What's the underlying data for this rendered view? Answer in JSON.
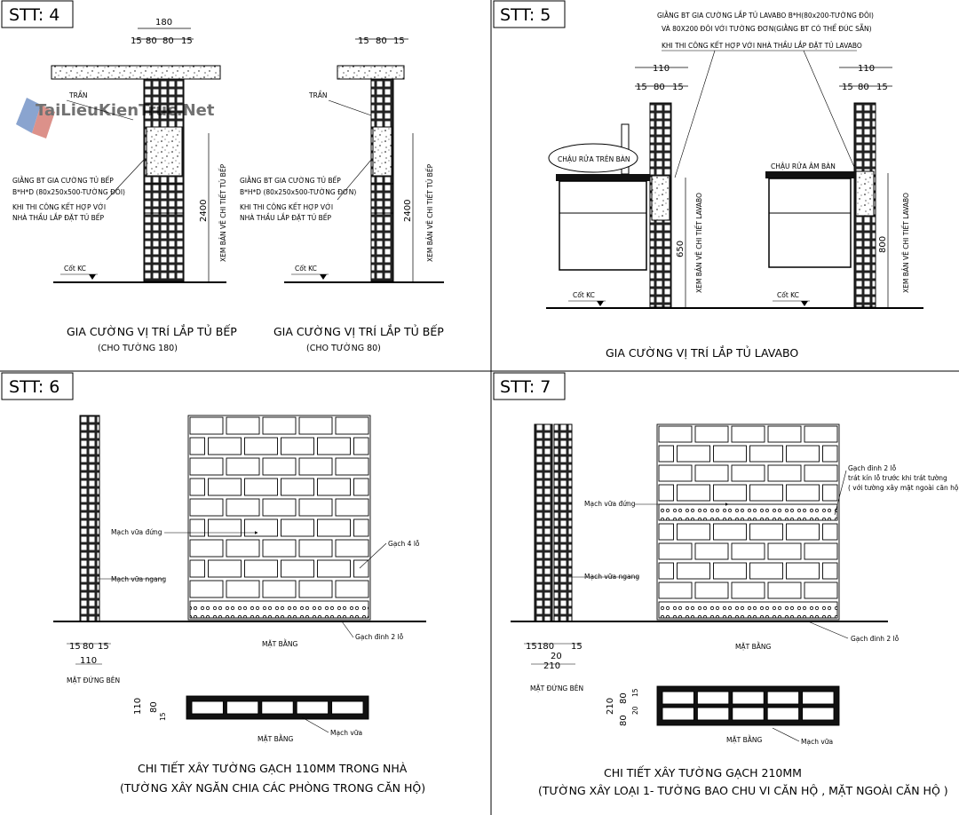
{
  "panels": {
    "p4": {
      "stt": "STT: 4",
      "left": {
        "dims": {
          "total": "180",
          "a": "15",
          "b": "80",
          "c": "80",
          "d": "15"
        },
        "ceiling": "TRẦN",
        "beam_note": [
          "GIẰNG BT GIA CƯỜNG TỦ BẾP",
          "B*H*D (80x250x500-TƯỜNG ĐÔI)"
        ],
        "contractor_note": [
          "KHI THI CÔNG KẾT HỢP VỚI",
          "NHÀ THẦU LẮP ĐẶT TỦ BẾP"
        ],
        "height": "2400",
        "see_detail": "XEM BẢN VẼ CHI TIẾT TỦ BẾP",
        "level": "Cốt KC",
        "title": "GIA CƯỜNG VỊ TRÍ LẮP TỦ BẾP",
        "subtitle": "(CHO TƯỜNG 180)"
      },
      "right": {
        "dims": {
          "a": "15",
          "b": "80",
          "c": "15"
        },
        "ceiling": "TRẦN",
        "beam_note": [
          "GIẰNG BT GIA CƯỜNG TỦ BẾP",
          "B*H*D (80x250x500-TƯỜNG ĐƠN)"
        ],
        "contractor_note": [
          "KHI THI CÔNG KẾT HỢP VỚI",
          "NHÀ THẦU LẮP ĐẶT TỦ BẾP"
        ],
        "height": "2400",
        "see_detail": "XEM BẢN VẼ CHI TIẾT TỦ BẾP",
        "level": "Cốt KC",
        "title": "GIA CƯỜNG VỊ TRÍ LẮP TỦ BẾP",
        "subtitle": "(CHO TƯỜNG 80)"
      }
    },
    "p5": {
      "stt": "STT: 5",
      "notes": [
        "GIẰNG BT GIA CƯỜNG LẮP TỦ LAVABO B*H(80x200-TƯỜNG ĐÔI)",
        "VÀ 80X200 ĐÔI VỚI TƯỜNG ĐƠN(GIẰNG BT CÓ THỂ ĐÚC SẴN)",
        "KHI THI CÔNG KẾT HỢP VỚI NHÀ THẦU LẮP ĐẶT TỦ LAVABO"
      ],
      "left": {
        "dims": {
          "total": "110",
          "a": "15",
          "b": "80",
          "c": "15"
        },
        "basin": "CHẬU RỬA TRÊN BÀN",
        "height": "650",
        "see_detail": "XEM BẢN VẼ CHI TIẾT LAVABO",
        "level": "Cốt KC"
      },
      "right": {
        "dims": {
          "total": "110",
          "a": "15",
          "b": "80",
          "c": "15"
        },
        "basin": "CHẬU RỬA ÂM BÀN",
        "height": "800",
        "see_detail": "XEM BẢN VẼ CHI TIẾT LAVABO",
        "level": "Cốt KC"
      },
      "title": "GIA CƯỜNG VỊ TRÍ LẮP TỦ LAVABO"
    },
    "p6": {
      "stt": "STT: 6",
      "vertical_joint": "Mạch vữa đứng",
      "horizontal_joint": "Mạch vữa ngang",
      "brick4": "Gạch 4 lỗ",
      "brick2": "Gạch đinh 2 lỗ",
      "elevation": "MẶT BẰNG",
      "side": "MẶT ĐỨNG BÊN",
      "dims_bottom": {
        "a": "15",
        "b": "80",
        "c": "15",
        "total": "110"
      },
      "plan_dims": {
        "total": "110",
        "b": "80",
        "a": "15"
      },
      "plan": "MẶT BẰNG",
      "mortar": "Mạch vữa",
      "title": "CHI TIẾT XÂY TƯỜNG GẠCH 110MM TRONG NHÀ",
      "subtitle": "(TƯỜNG XÂY NGĂN CHIA CÁC PHÒNG TRONG CĂN HỘ)"
    },
    "p7": {
      "stt": "STT: 7",
      "vertical_joint": "Mạch vữa đứng",
      "horizontal_joint": "Mạch vữa ngang",
      "brick2_note": [
        "Gạch đinh 2 lỗ",
        "trát kín lỗ trước khi trát tường",
        "( với tường xây mặt ngoài căn hộ )"
      ],
      "brick2": "Gạch đinh 2 lỗ",
      "elevation": "MẶT BẰNG",
      "side": "MẶT ĐỨNG BÊN",
      "dims_bottom": {
        "a": "15",
        "b": "180",
        "c": "15",
        "mid": "20",
        "total": "210"
      },
      "plan_dims": {
        "total": "210",
        "b1": "80",
        "b2": "80",
        "a": "15",
        "m": "20"
      },
      "plan": "MẶT BẰNG",
      "mortar": "Mạch vữa",
      "title": "CHI TIẾT XÂY TƯỜNG GẠCH 210MM",
      "subtitle": "(TƯỜNG XÂY LOẠI 1- TƯỜNG BAO CHU VI CĂN HỘ , MẶT NGOÀI CĂN HỘ )"
    }
  },
  "watermark": "TaiLieuKienTruc.Net"
}
